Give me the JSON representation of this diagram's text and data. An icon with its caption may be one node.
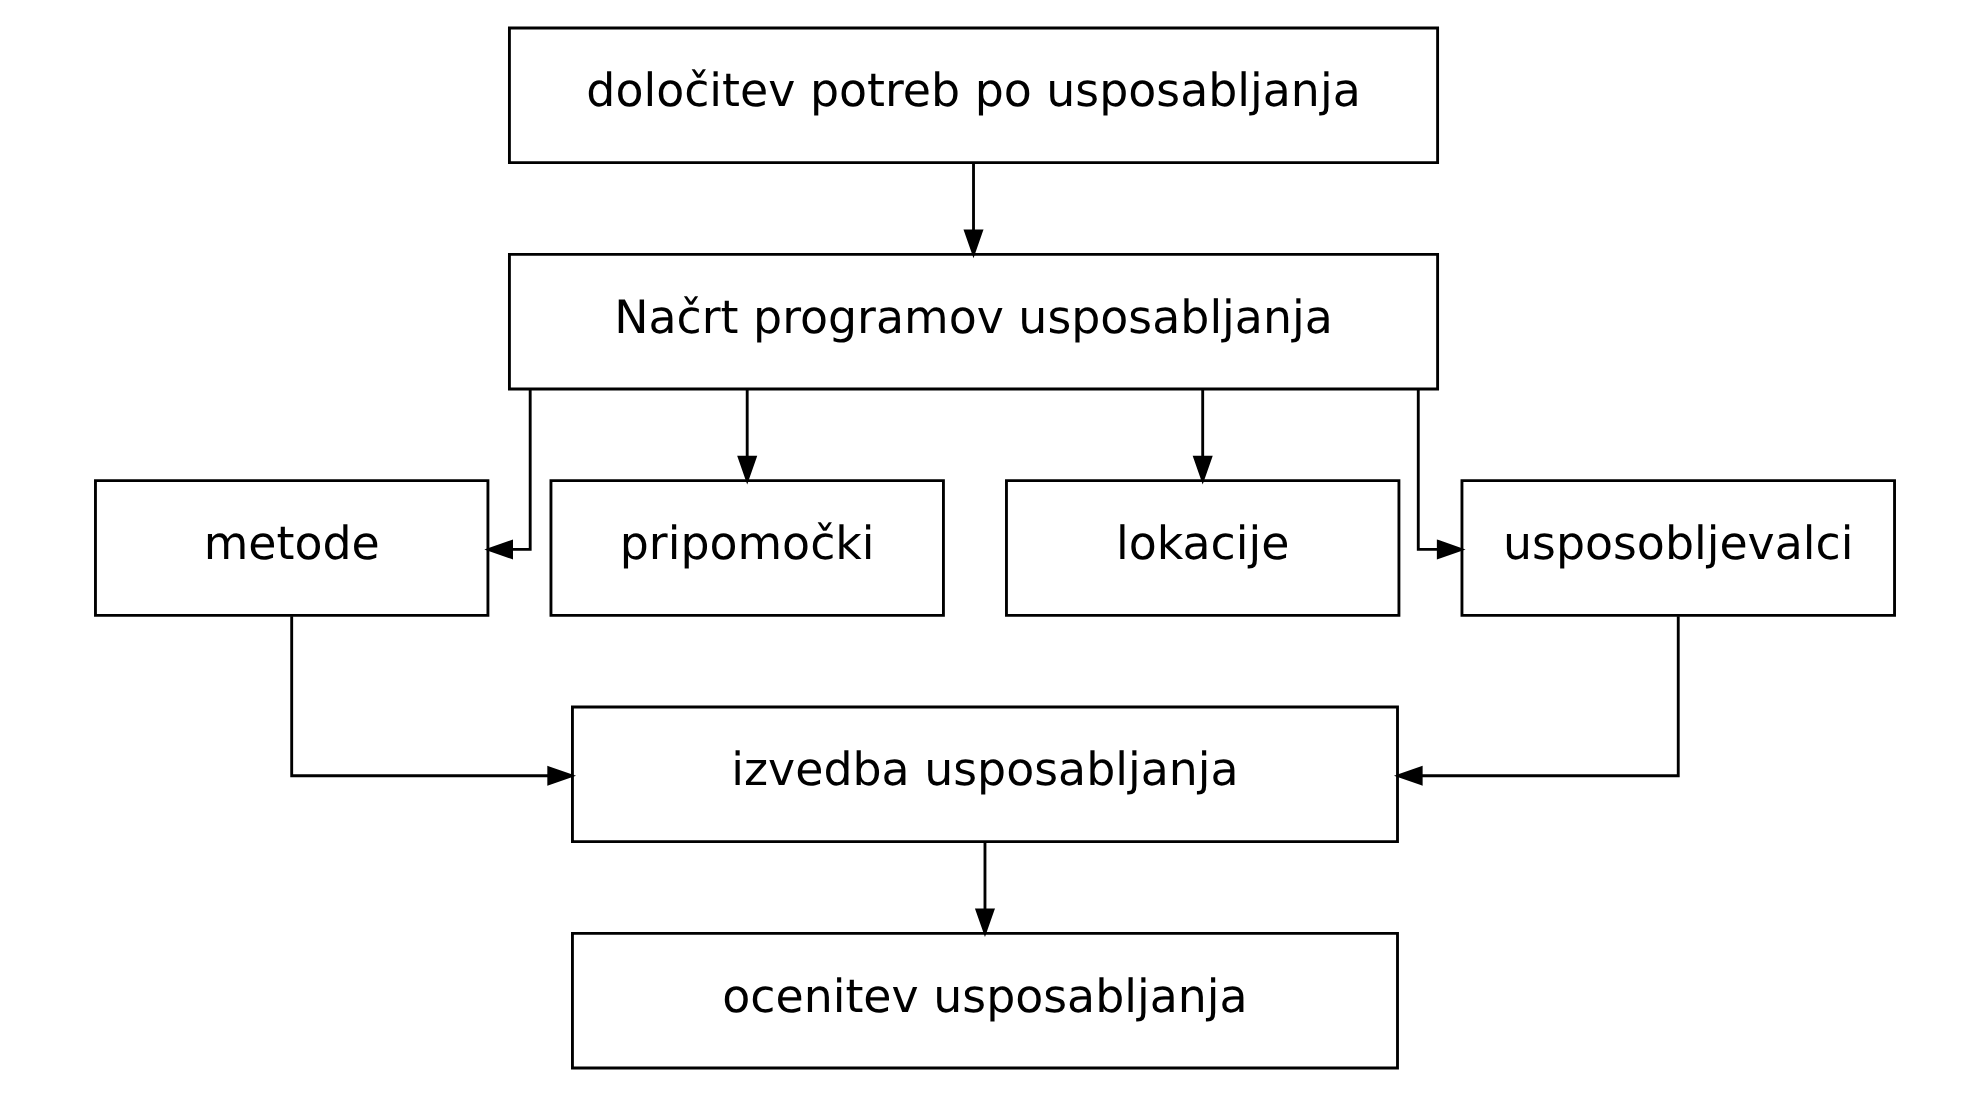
{
  "diagram": {
    "nodes": [
      {
        "text": [
          "določitev potreb po usposabljanja"
        ]
      },
      {
        "text": [
          "Načrt programov usposabljanja"
        ]
      },
      {
        "text": [
          "metode"
        ]
      },
      {
        "text": [
          "pripomočki"
        ]
      },
      {
        "text": [
          "lokacije"
        ]
      },
      {
        "text": [
          "usposobljevalci"
        ]
      },
      {
        "text": [
          "izvedba usposabljanja"
        ]
      },
      {
        "text": [
          "ocenitev usposabljanja"
        ]
      }
    ],
    "edges": [
      {
        "from": 0,
        "to": 1,
        "arrow": "to"
      },
      {
        "from": 1,
        "to": 2,
        "arrow": "to"
      },
      {
        "from": 1,
        "to": 3,
        "arrow": "to"
      },
      {
        "from": 1,
        "to": 4,
        "arrow": "to"
      },
      {
        "from": 1,
        "to": 5,
        "arrow": "to"
      },
      {
        "from": 2,
        "to": 6,
        "arrow": "to"
      },
      {
        "from": 5,
        "to": 6,
        "arrow": "to"
      },
      {
        "from": 6,
        "to": 7,
        "arrow": "to"
      }
    ]
  }
}
